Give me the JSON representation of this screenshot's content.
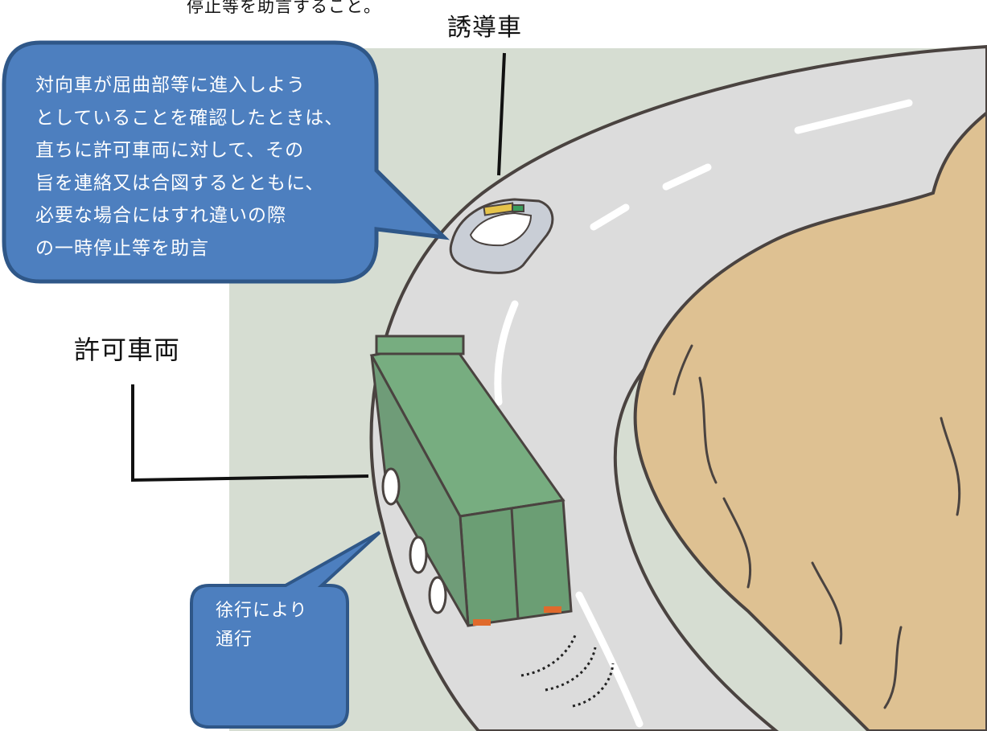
{
  "top_fragment_text": "停止等を助言すること。",
  "labels": {
    "escort_vehicle": "誘導車",
    "permitted_vehicle": "許可車両"
  },
  "callouts": {
    "escort_advice": "対向車が屈曲部等に進入しよう\nとしていることを確認したときは、\n直ちに許可車両に対して、その\n旨を連絡又は合図するとともに、\n必要な場合にはすれ違いの際\nの一時停止等を助言",
    "slow_passage": "徐行により\n通行"
  },
  "colors": {
    "callout_fill": "#4d7fbf",
    "callout_border": "#2f5788",
    "truck_green": "#77ad80",
    "road_gray": "#dcdcdc",
    "grass": "#d6ddd2",
    "rock": "#dec192"
  }
}
